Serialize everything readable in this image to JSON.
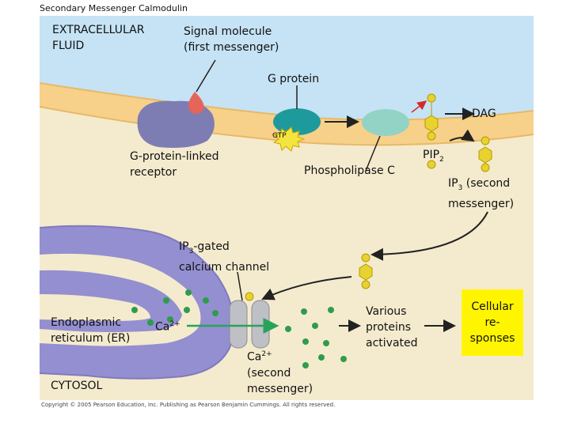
{
  "slide_title": "Secondary Messenger  Calmodulin",
  "labels": {
    "extracellular_line1": "EXTRACELLULAR",
    "extracellular_line2": "FLUID",
    "signal_line1": "Signal molecule",
    "signal_line2": "(first messenger)",
    "g_protein": "G protein",
    "gtp": "GTP",
    "dag": "DAG",
    "receptor_line1": "G-protein-linked",
    "receptor_line2": "receptor",
    "phospholipase": "Phospholipase C",
    "pip2_main": "PIP",
    "pip2_sub": "2",
    "ip3_main": "IP",
    "ip3_sub": "3",
    "ip3_rest_line1": " (second",
    "ip3_rest_line2": "messenger)",
    "channel_main": "IP",
    "channel_sub": "3",
    "channel_rest_line1": "-gated",
    "channel_rest_line2": "calcium channel",
    "er_line1": "Endoplasmic",
    "er_line2": "reticulum (ER)",
    "ca_main": "Ca",
    "ca_sup": "2+",
    "ca2_main": "Ca",
    "ca2_sup": "2+",
    "ca2_line2": "(second",
    "ca2_line3": "messenger)",
    "various_line1": "Various",
    "various_line2": "proteins",
    "various_line3": "activated",
    "responses_line1": "Cellular",
    "responses_line2": "re-",
    "responses_line3": "sponses",
    "cytosol": "CYTOSOL",
    "copyright": "Copyright © 2005 Pearson Education, Inc. Publishing as Pearson Benjamin Cummings. All rights reserved."
  },
  "colors": {
    "fluid": "#c5e3f5",
    "membrane": "#f7d189",
    "cytosol": "#f4ebce",
    "er": "#948fd0",
    "receptor": "#7e7db3",
    "signal": "#e5655a",
    "gprotein": "#1e9a9c",
    "plc": "#92d3c6",
    "gtp_star": "#f4e43f",
    "molecule": "#e8d22f",
    "calcium": "#2f9c4c",
    "arrow": "#222222",
    "green_arrow": "#29a35a",
    "red_arrow": "#d42a2a",
    "response_box": "#fff500"
  }
}
